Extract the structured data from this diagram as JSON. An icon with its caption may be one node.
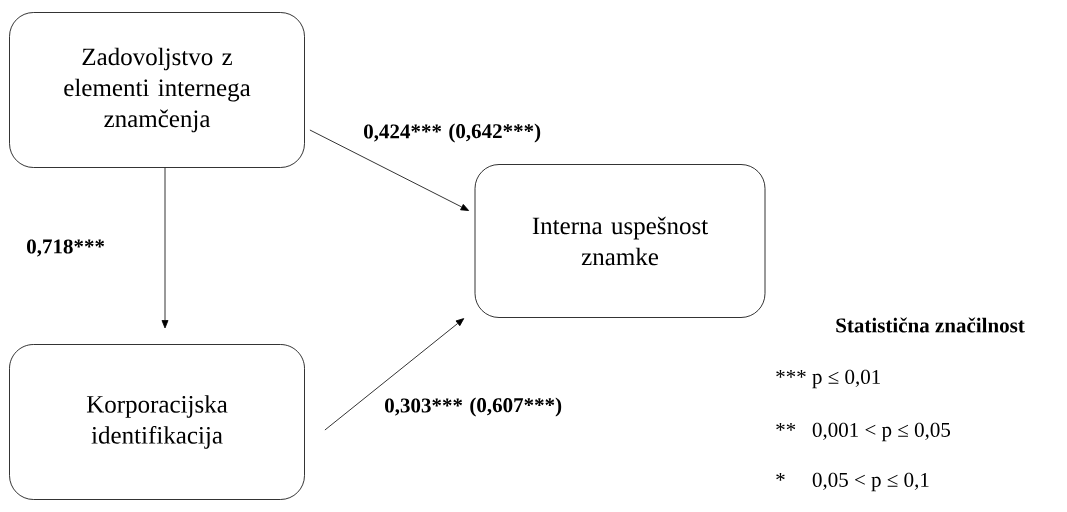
{
  "diagram": {
    "nodes": [
      {
        "text": [
          "Zadovoljstvo z elementi internega znamčenja"
        ]
      },
      {
        "text": [
          "Interna uspešnost znamke"
        ]
      },
      {
        "text": [
          "Korporacijska identifikacija"
        ]
      }
    ],
    "edges": [
      {
        "from": 0,
        "to": 2,
        "arrow": "to",
        "label": "0,718***"
      },
      {
        "from": 0,
        "to": 1,
        "arrow": "to",
        "label": "0,424***"
      },
      {
        "from": 2,
        "to": 1,
        "arrow": "to",
        "label": "0,303***"
      }
    ],
    "labels": [
      "(0,642***)",
      "(0,607***)",
      "Statistična značilnost",
      "*** p ≤ 0,01",
      "**   0,001 < p ≤ 0,05",
      "*     0,05 < p ≤ 0,1"
    ]
  }
}
